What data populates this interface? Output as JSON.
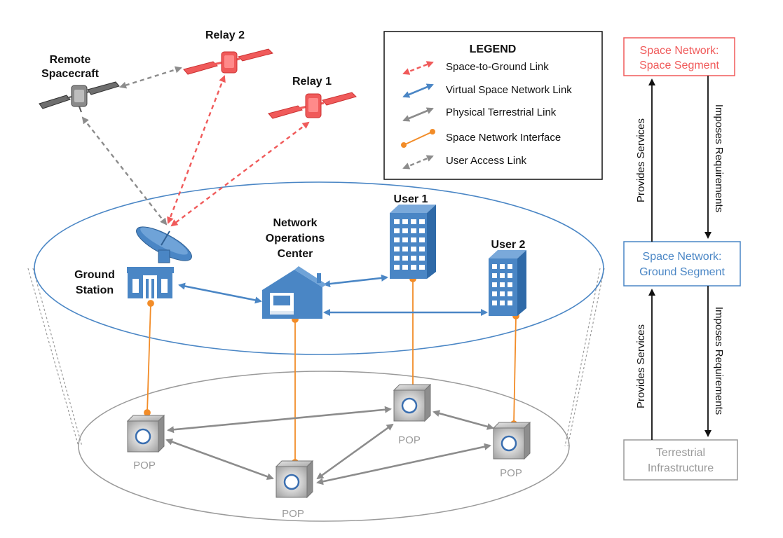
{
  "nodes": {
    "remote_spacecraft": [
      "Remote",
      "Spacecraft"
    ],
    "relay2": "Relay 2",
    "relay1": "Relay 1",
    "ground_station": [
      "Ground",
      "Station"
    ],
    "noc": [
      "Network",
      "Operations",
      "Center"
    ],
    "user1": "User 1",
    "user2": "User 2",
    "pop": "POP"
  },
  "legend": {
    "title": "LEGEND",
    "items": [
      {
        "label": "Space-to-Ground Link",
        "color": "#f05a5a",
        "style": "dashed"
      },
      {
        "label": "Virtual Space Network Link",
        "color": "#4a86c5",
        "style": "solid"
      },
      {
        "label": "Physical Terrestrial Link",
        "color": "#8c8c8c",
        "style": "solid"
      },
      {
        "label": "Space Network Interface",
        "color": "#f28c28",
        "style": "dot"
      },
      {
        "label": "User Access Link",
        "color": "#8c8c8c",
        "style": "dashed"
      }
    ]
  },
  "hierarchy": {
    "space_segment": [
      "Space Network:",
      "Space Segment"
    ],
    "ground_segment": [
      "Space Network:",
      "Ground Segment"
    ],
    "terrestrial": [
      "Terrestrial",
      "Infrastructure"
    ],
    "provides": "Provides Services",
    "imposes": "Imposes Requirements"
  },
  "colors": {
    "space": "#f05a5a",
    "virtual": "#4a86c5",
    "terrestrial": "#8c8c8c",
    "interface": "#f28c28",
    "terrestrial_box": "#9a9a9a"
  }
}
